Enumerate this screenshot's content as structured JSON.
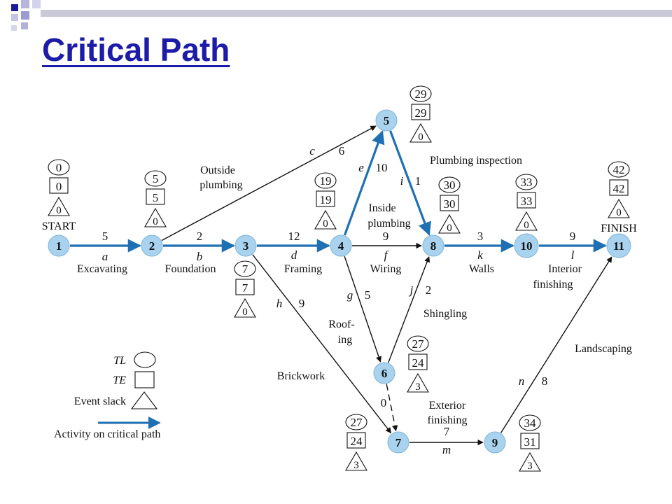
{
  "title": "Critical Path",
  "colors": {
    "title": "#1c1ca8",
    "critical": "#1f6fb3",
    "node_fill": "#a9d2ef",
    "node_stroke": "#7eb3da"
  },
  "network": {
    "events": [
      {
        "id": "1",
        "tl": "0",
        "te": "0",
        "slack": "0",
        "tag": "START"
      },
      {
        "id": "2",
        "tl": "5",
        "te": "5",
        "slack": "0"
      },
      {
        "id": "3",
        "tl": "7",
        "te": "7",
        "slack": "0"
      },
      {
        "id": "4",
        "tl": "19",
        "te": "19",
        "slack": "0"
      },
      {
        "id": "5",
        "tl": "29",
        "te": "29",
        "slack": "0"
      },
      {
        "id": "6",
        "tl": "27",
        "te": "24",
        "slack": "3"
      },
      {
        "id": "7",
        "tl": "27",
        "te": "24",
        "slack": "3"
      },
      {
        "id": "8",
        "tl": "30",
        "te": "30",
        "slack": "0"
      },
      {
        "id": "9",
        "tl": "34",
        "te": "31",
        "slack": "3"
      },
      {
        "id": "10",
        "tl": "33",
        "te": "33",
        "slack": "0"
      },
      {
        "id": "11",
        "tl": "42",
        "te": "42",
        "slack": "0",
        "tag": "FINISH"
      }
    ],
    "activities": [
      {
        "letter": "a",
        "from": "1",
        "to": "2",
        "time": "5",
        "name": "Excavating",
        "critical": true
      },
      {
        "letter": "b",
        "from": "2",
        "to": "3",
        "time": "2",
        "name": "Foundation",
        "critical": true
      },
      {
        "letter": "c",
        "from": "2",
        "to": "5",
        "time": "6",
        "name": "Outside plumbing",
        "critical": false
      },
      {
        "letter": "d",
        "from": "3",
        "to": "4",
        "time": "12",
        "name": "Framing",
        "critical": true
      },
      {
        "letter": "e",
        "from": "4",
        "to": "5",
        "time": "10",
        "name": "Inside plumbing",
        "critical": true
      },
      {
        "letter": "f",
        "from": "4",
        "to": "8",
        "time": "9",
        "name": "Wiring",
        "critical": false
      },
      {
        "letter": "g",
        "from": "4",
        "to": "6",
        "time": "5",
        "name": "Roof-ing",
        "critical": false
      },
      {
        "letter": "h",
        "from": "3",
        "to": "7",
        "time": "9",
        "name": "Brickwork",
        "critical": false
      },
      {
        "letter": "i",
        "from": "5",
        "to": "8",
        "time": "1",
        "name": "Plumbing inspection",
        "critical": true
      },
      {
        "letter": "j",
        "from": "6",
        "to": "8",
        "time": "2",
        "name": "Shingling",
        "critical": false
      },
      {
        "letter": "",
        "from": "6",
        "to": "7",
        "time": "0",
        "name": "",
        "critical": false,
        "dummy": true
      },
      {
        "letter": "k",
        "from": "8",
        "to": "10",
        "time": "3",
        "name": "Walls",
        "critical": true
      },
      {
        "letter": "l",
        "from": "10",
        "to": "11",
        "time": "9",
        "name": "Interior finishing",
        "critical": true
      },
      {
        "letter": "m",
        "from": "7",
        "to": "9",
        "time": "7",
        "name": "Exterior finishing",
        "critical": false
      },
      {
        "letter": "n",
        "from": "9",
        "to": "11",
        "time": "8",
        "name": "Landscaping",
        "critical": false
      }
    ]
  },
  "legend": {
    "tl": "TL",
    "te": "TE",
    "slack": "Event slack",
    "critical": "Activity on critical path"
  }
}
